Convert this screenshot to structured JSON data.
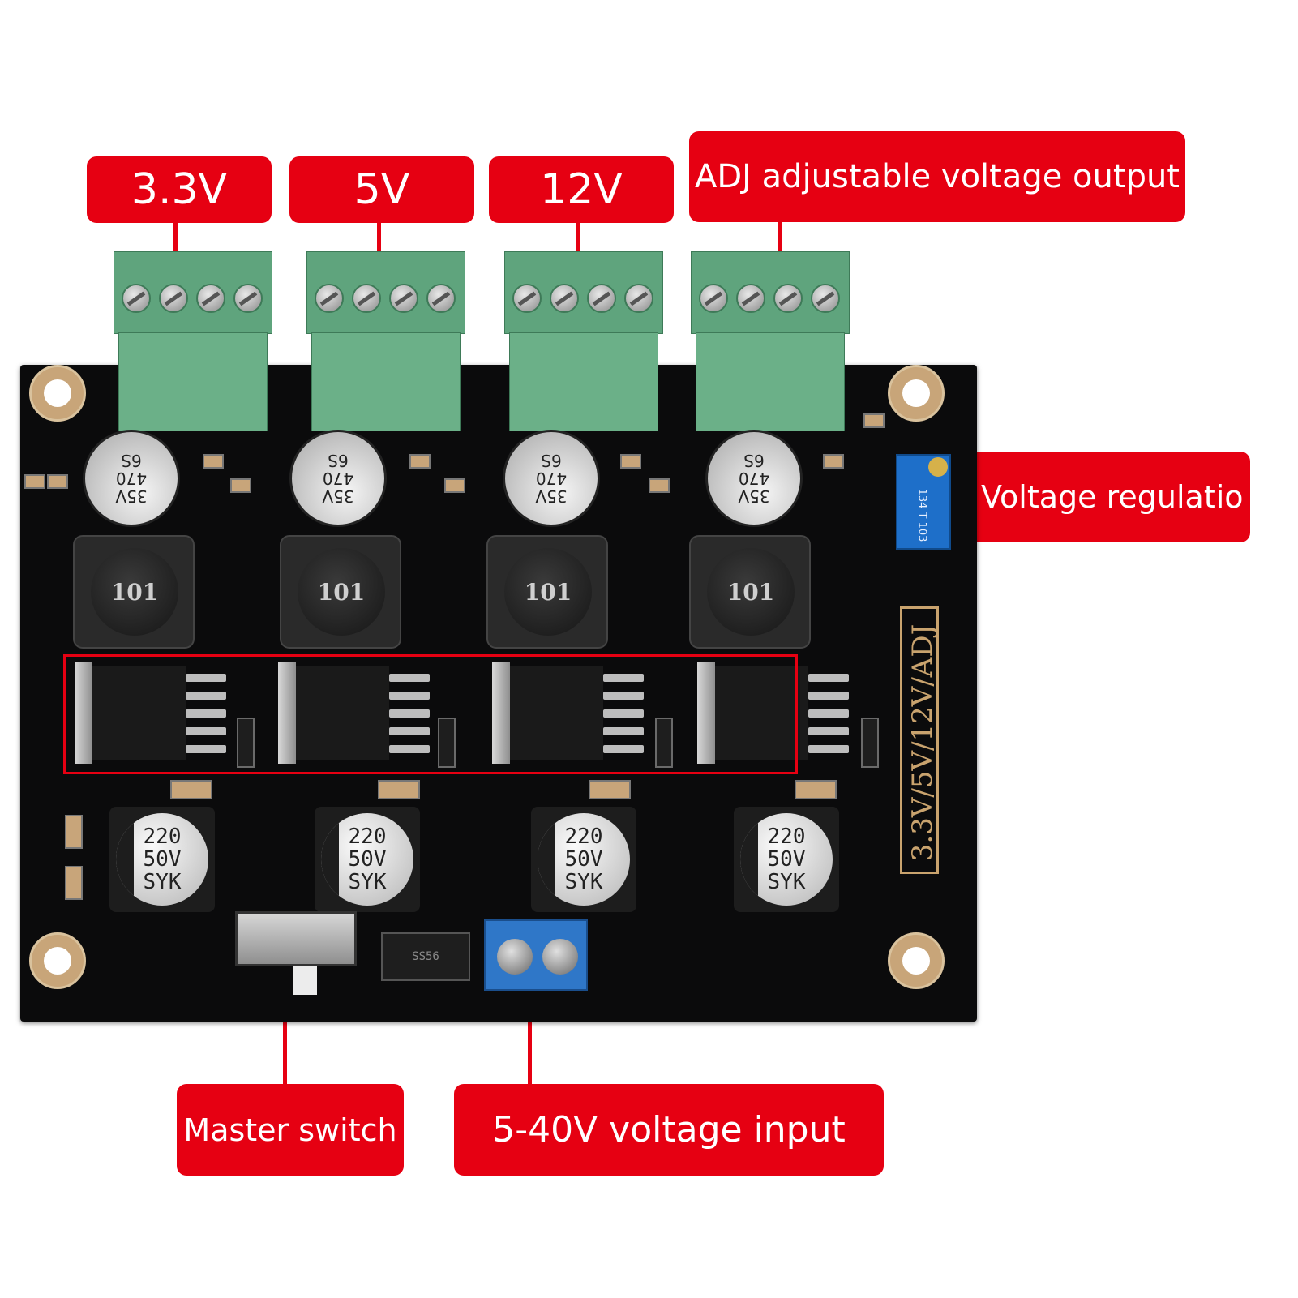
{
  "labels": {
    "out_33": "3.3V",
    "out_5": "5V",
    "out_12": "12V",
    "out_adj": "ADJ adjustable voltage output",
    "voltage_regulation": "Voltage regulatio",
    "master_switch": "Master switch",
    "voltage_input": "5-40V voltage input"
  },
  "board": {
    "silkscreen": "3.3V/5V/12V/ADJ",
    "capacitor_top": [
      "35V",
      "470",
      "6S"
    ],
    "inductor_code": "101",
    "capacitor_bottom": [
      "220",
      "50V",
      "SYK"
    ],
    "diode_code": "SS56",
    "trimmer_text": "134 T 103"
  },
  "colors": {
    "label_red": "#e60012",
    "board_black": "#0b0b0c",
    "terminal_green": "#6bb088",
    "terminal_blue": "#2f77c8"
  }
}
